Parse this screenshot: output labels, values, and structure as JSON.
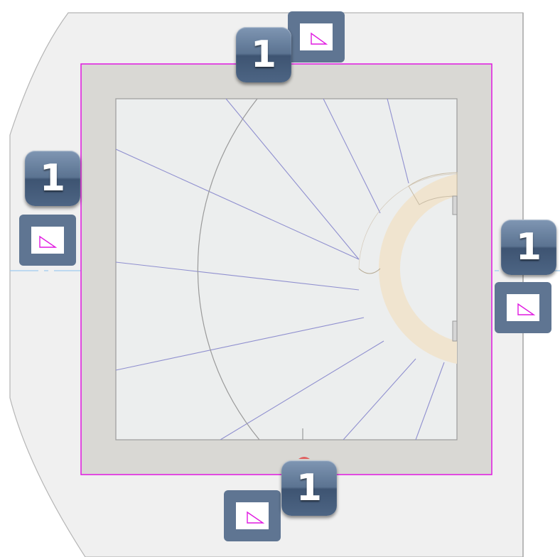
{
  "view": {
    "title": "",
    "colors": {
      "magenta": "#e018e0",
      "wall": "#d9d8d4",
      "floor": "#eceeee",
      "outer": "#f0f0f0",
      "stair_line": "#8f8fcf",
      "arc_line": "#9a9a9a",
      "ring": "#f0e4cf",
      "axis": "#9ecbf0",
      "badge": "#5b7391"
    }
  },
  "markers": {
    "top": {
      "badge_label": "1",
      "icon": "elevation-tag-icon"
    },
    "left": {
      "badge_label": "1",
      "icon": "elevation-tag-icon"
    },
    "right": {
      "badge_label": "1",
      "icon": "elevation-tag-icon"
    },
    "bottom": {
      "badge_label": "1",
      "icon": "elevation-tag-icon"
    }
  }
}
